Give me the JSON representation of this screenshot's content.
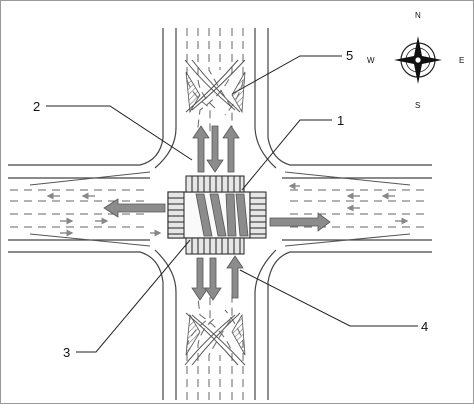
{
  "figure": {
    "callouts": [
      {
        "id": "1",
        "label": "1"
      },
      {
        "id": "2",
        "label": "2"
      },
      {
        "id": "3",
        "label": "3"
      },
      {
        "id": "4",
        "label": "4"
      },
      {
        "id": "5",
        "label": "5"
      }
    ],
    "compass": {
      "north": "N",
      "south": "S",
      "east": "E",
      "west": "W"
    },
    "colors": {
      "background": "#ffffff",
      "road_outline": "#444444",
      "lane_marking": "#666666",
      "arrow_fill": "#8a8a8a",
      "arrow_stroke": "#555555",
      "hatch": "#777777",
      "stop_band": "#222222"
    }
  }
}
